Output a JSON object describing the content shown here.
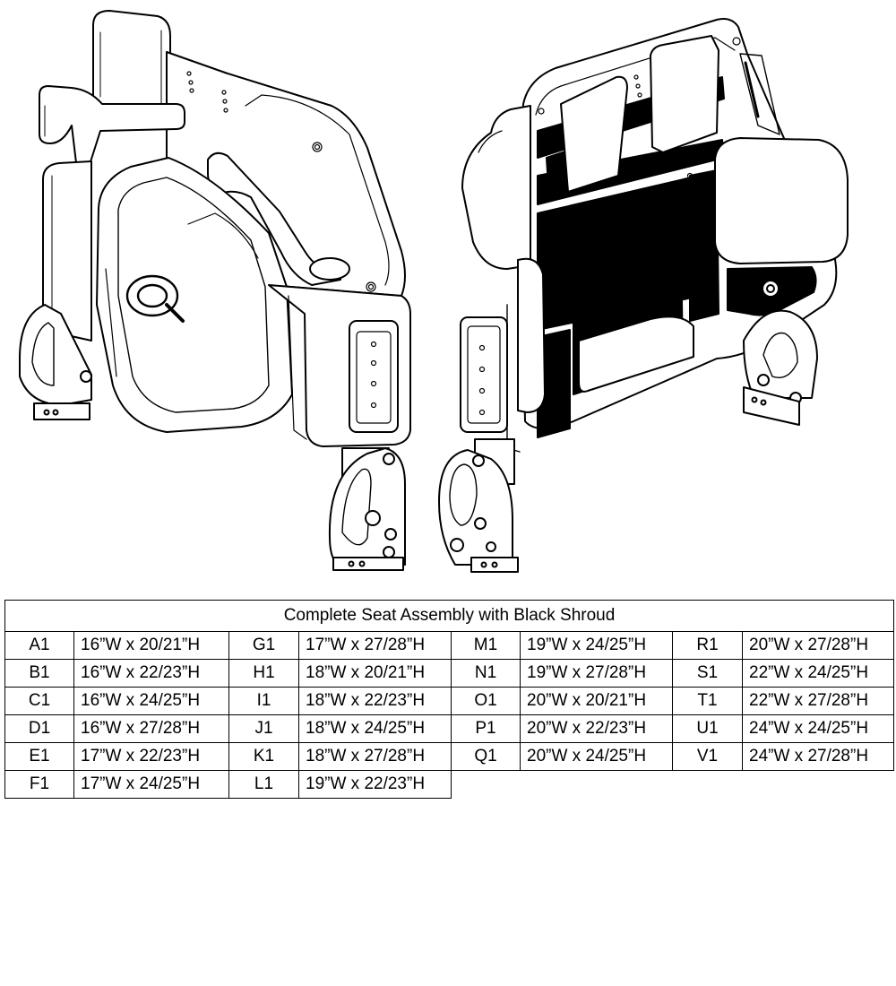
{
  "table": {
    "title": "Complete Seat Assembly with Black Shroud",
    "columns": [
      [
        {
          "code": "A1",
          "size": "16”W x 20/21”H"
        },
        {
          "code": "B1",
          "size": "16”W x 22/23”H"
        },
        {
          "code": "C1",
          "size": "16”W x 24/25”H"
        },
        {
          "code": "D1",
          "size": "16”W x 27/28”H"
        },
        {
          "code": "E1",
          "size": "17”W x 22/23”H"
        },
        {
          "code": "F1",
          "size": "17”W x 24/25”H"
        }
      ],
      [
        {
          "code": "G1",
          "size": "17”W x 27/28”H"
        },
        {
          "code": "H1",
          "size": "18”W x 20/21”H"
        },
        {
          "code": "I1",
          "size": "18”W x 22/23”H"
        },
        {
          "code": "J1",
          "size": "18”W x 24/25”H"
        },
        {
          "code": "K1",
          "size": "18”W x 27/28”H"
        },
        {
          "code": "L1",
          "size": "19”W x 22/23”H"
        }
      ],
      [
        {
          "code": "M1",
          "size": "19”W x 24/25”H"
        },
        {
          "code": "N1",
          "size": "19”W x 27/28”H"
        },
        {
          "code": "O1",
          "size": "20”W x 20/21”H"
        },
        {
          "code": "P1",
          "size": "20”W x 22/23”H"
        },
        {
          "code": "Q1",
          "size": "20”W x 24/25”H"
        }
      ],
      [
        {
          "code": "R1",
          "size": "20”W x 27/28”H"
        },
        {
          "code": "S1",
          "size": "22”W x 24/25”H"
        },
        {
          "code": "T1",
          "size": "22”W x 27/28”H"
        },
        {
          "code": "U1",
          "size": "24”W x 24/25”H"
        },
        {
          "code": "V1",
          "size": "24”W x 27/28”H"
        }
      ]
    ]
  }
}
